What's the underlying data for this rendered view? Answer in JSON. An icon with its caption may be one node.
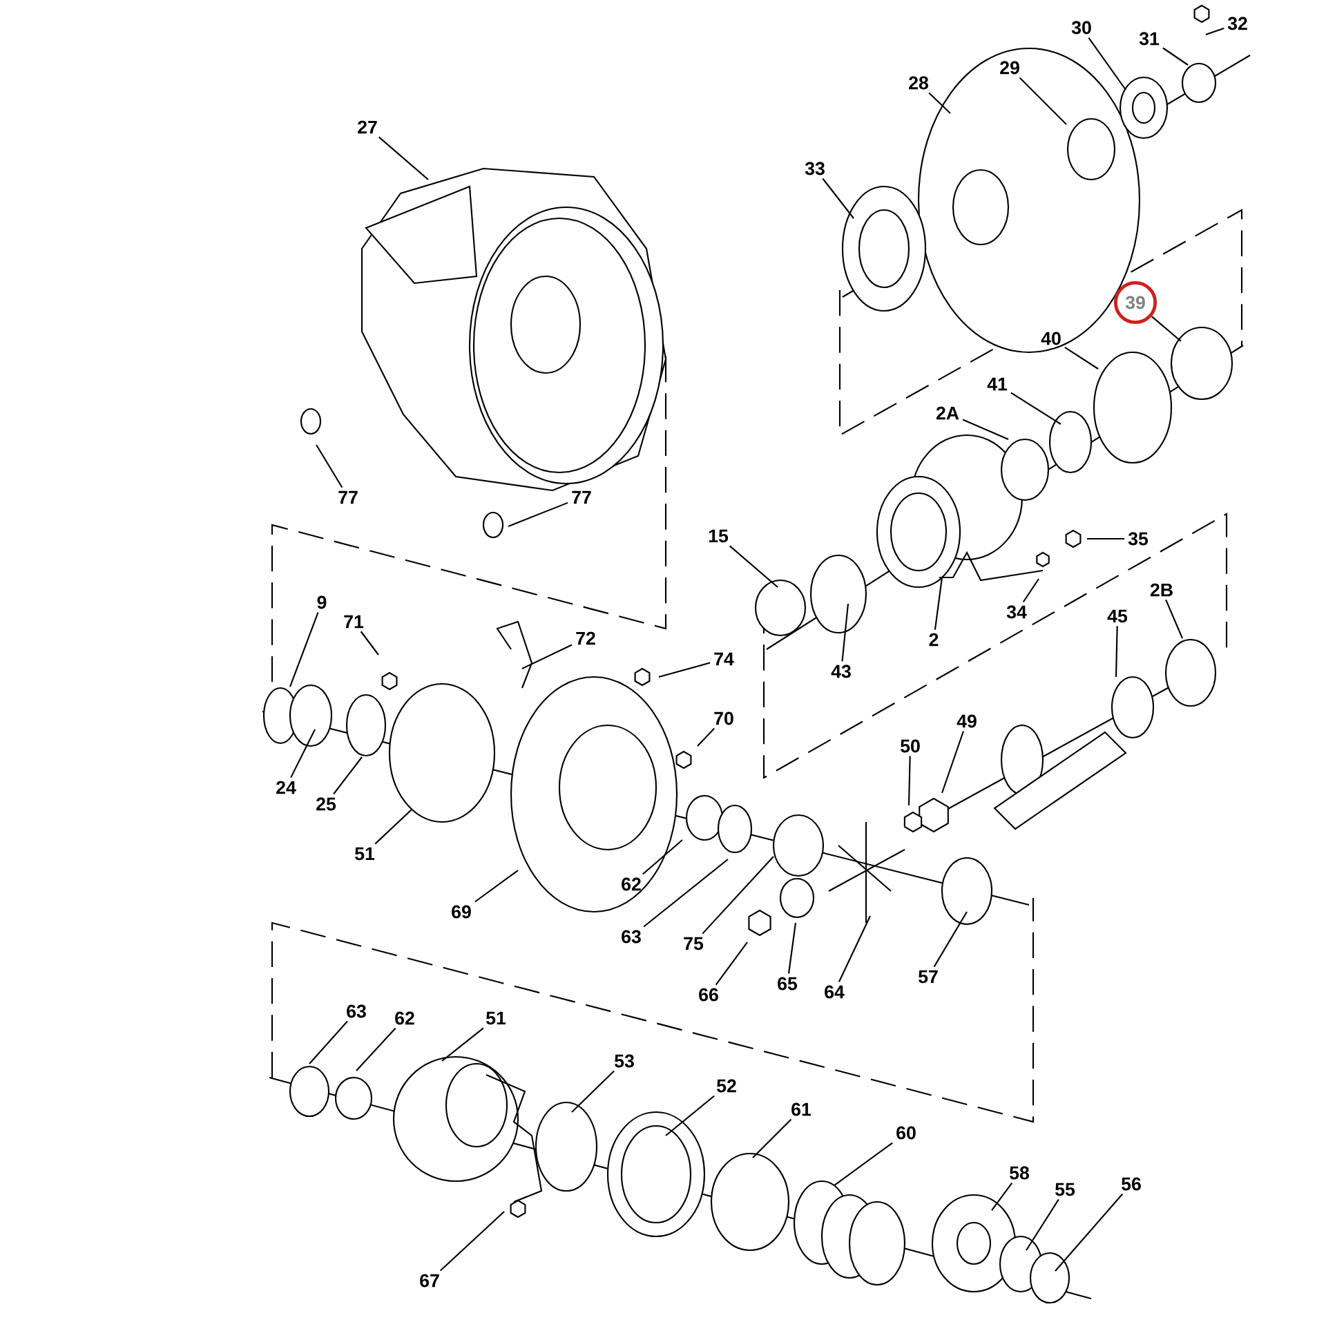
{
  "diagram": {
    "nodes": [
      {
        "text": [
          "32"
        ]
      },
      {
        "text": [
          "30"
        ]
      },
      {
        "text": [
          "31"
        ]
      },
      {
        "text": [
          "29"
        ]
      },
      {
        "text": [
          "28"
        ]
      },
      {
        "text": [
          "27"
        ]
      },
      {
        "text": [
          "33"
        ]
      },
      {
        "text": [
          "39"
        ]
      },
      {
        "text": [
          "40"
        ]
      },
      {
        "text": [
          "41"
        ]
      },
      {
        "text": [
          "2A"
        ]
      },
      {
        "text": [
          "77"
        ]
      },
      {
        "text": [
          "77"
        ]
      },
      {
        "text": [
          "15"
        ]
      },
      {
        "text": [
          "35"
        ]
      },
      {
        "text": [
          "34"
        ]
      },
      {
        "text": [
          "2"
        ]
      },
      {
        "text": [
          "43"
        ]
      },
      {
        "text": [
          "2B"
        ]
      },
      {
        "text": [
          "45"
        ]
      },
      {
        "text": [
          "9"
        ]
      },
      {
        "text": [
          "71"
        ]
      },
      {
        "text": [
          "72"
        ]
      },
      {
        "text": [
          "74"
        ]
      },
      {
        "text": [
          "70"
        ]
      },
      {
        "text": [
          "49"
        ]
      },
      {
        "text": [
          "50"
        ]
      },
      {
        "text": [
          "24"
        ]
      },
      {
        "text": [
          "25"
        ]
      },
      {
        "text": [
          "51"
        ]
      },
      {
        "text": [
          "62"
        ]
      },
      {
        "text": [
          "69"
        ]
      },
      {
        "text": [
          "63"
        ]
      },
      {
        "text": [
          "75"
        ]
      },
      {
        "text": [
          "57"
        ]
      },
      {
        "text": [
          "64"
        ]
      },
      {
        "text": [
          "65"
        ]
      },
      {
        "text": [
          "66"
        ]
      },
      {
        "text": [
          "63"
        ]
      },
      {
        "text": [
          "62"
        ]
      },
      {
        "text": [
          "51"
        ]
      },
      {
        "text": [
          "53"
        ]
      },
      {
        "text": [
          "52"
        ]
      },
      {
        "text": [
          "61"
        ]
      },
      {
        "text": [
          "60"
        ]
      },
      {
        "text": [
          "58"
        ]
      },
      {
        "text": [
          "55"
        ]
      },
      {
        "text": [
          "56"
        ]
      },
      {
        "text": [
          "67"
        ]
      }
    ],
    "edges": [
      {
        "from": 0,
        "to": null,
        "arrow": "none"
      },
      {
        "from": 1,
        "to": null,
        "arrow": "none"
      },
      {
        "from": 2,
        "to": null,
        "arrow": "none"
      },
      {
        "from": 3,
        "to": null,
        "arrow": "none"
      },
      {
        "from": 4,
        "to": null,
        "arrow": "none"
      },
      {
        "from": 5,
        "to": null,
        "arrow": "none"
      },
      {
        "from": 6,
        "to": null,
        "arrow": "none"
      },
      {
        "from": 7,
        "to": null,
        "arrow": "none"
      },
      {
        "from": 8,
        "to": null,
        "arrow": "none"
      },
      {
        "from": 9,
        "to": null,
        "arrow": "none"
      },
      {
        "from": 10,
        "to": null,
        "arrow": "none"
      },
      {
        "from": 11,
        "to": null,
        "arrow": "none"
      },
      {
        "from": 12,
        "to": null,
        "arrow": "none"
      },
      {
        "from": 13,
        "to": null,
        "arrow": "none"
      },
      {
        "from": 14,
        "to": null,
        "arrow": "none"
      },
      {
        "from": 15,
        "to": null,
        "arrow": "none"
      },
      {
        "from": 16,
        "to": null,
        "arrow": "none"
      },
      {
        "from": 17,
        "to": null,
        "arrow": "none"
      },
      {
        "from": 18,
        "to": null,
        "arrow": "none"
      },
      {
        "from": 19,
        "to": null,
        "arrow": "none"
      },
      {
        "from": 20,
        "to": null,
        "arrow": "none"
      },
      {
        "from": 21,
        "to": null,
        "arrow": "none"
      },
      {
        "from": 22,
        "to": null,
        "arrow": "none"
      },
      {
        "from": 23,
        "to": null,
        "arrow": "none"
      },
      {
        "from": 24,
        "to": null,
        "arrow": "none"
      },
      {
        "from": 25,
        "to": null,
        "arrow": "none"
      },
      {
        "from": 26,
        "to": null,
        "arrow": "none"
      },
      {
        "from": 27,
        "to": null,
        "arrow": "none"
      },
      {
        "from": 28,
        "to": null,
        "arrow": "none"
      },
      {
        "from": 29,
        "to": null,
        "arrow": "none"
      },
      {
        "from": 30,
        "to": null,
        "arrow": "none"
      },
      {
        "from": 31,
        "to": null,
        "arrow": "none"
      },
      {
        "from": 32,
        "to": null,
        "arrow": "none"
      },
      {
        "from": 33,
        "to": null,
        "arrow": "none"
      },
      {
        "from": 34,
        "to": null,
        "arrow": "none"
      },
      {
        "from": 35,
        "to": null,
        "arrow": "none"
      },
      {
        "from": 36,
        "to": null,
        "arrow": "none"
      },
      {
        "from": 37,
        "to": null,
        "arrow": "none"
      },
      {
        "from": 38,
        "to": null,
        "arrow": "none"
      },
      {
        "from": 39,
        "to": null,
        "arrow": "none"
      },
      {
        "from": 40,
        "to": null,
        "arrow": "none"
      },
      {
        "from": 41,
        "to": null,
        "arrow": "none"
      },
      {
        "from": 42,
        "to": null,
        "arrow": "none"
      },
      {
        "from": 43,
        "to": null,
        "arrow": "none"
      },
      {
        "from": 44,
        "to": null,
        "arrow": "none"
      },
      {
        "from": 45,
        "to": null,
        "arrow": "none"
      },
      {
        "from": 46,
        "to": null,
        "arrow": "none"
      },
      {
        "from": 47,
        "to": null,
        "arrow": "none"
      },
      {
        "from": 48,
        "to": null,
        "arrow": "none"
      }
    ]
  }
}
